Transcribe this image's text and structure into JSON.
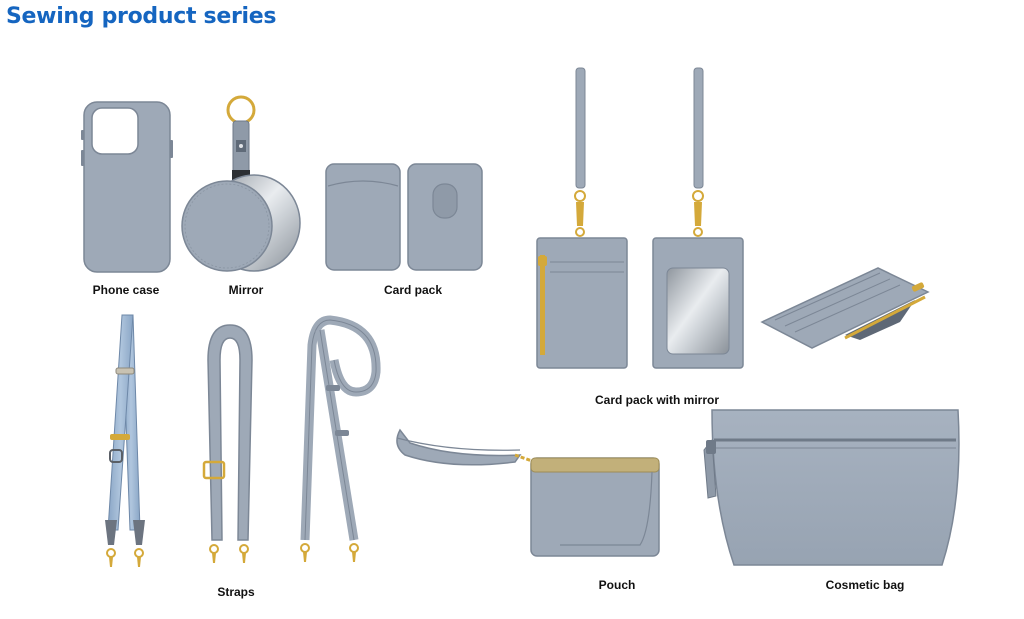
{
  "header": {
    "title": "Sewing product series"
  },
  "captions": {
    "phone_case": "Phone case",
    "mirror": "Mirror",
    "card_pack": "Card pack",
    "card_pack_with_mirror": "Card pack with mirror",
    "straps": "Straps",
    "pouch": "Pouch",
    "cosmetic_bag": "Cosmetic bag"
  },
  "colors": {
    "title": "#1565c0",
    "product": "#9ea9b7",
    "product_stroke": "#7c8796",
    "product_dark": "#7a8594",
    "hardware": "#d4a93a",
    "denim": "#9db6d2",
    "mirror_glass": "#c9ced4"
  }
}
